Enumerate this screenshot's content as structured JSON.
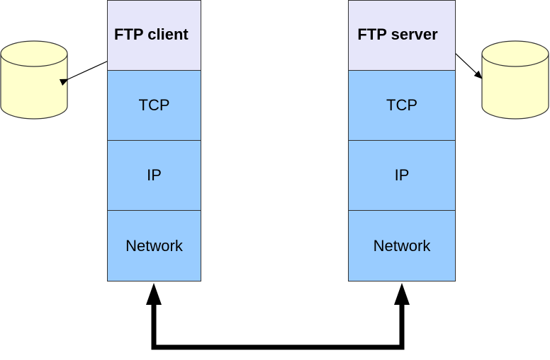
{
  "diagram": {
    "client_stack": {
      "application": "FTP client",
      "transport": "TCP",
      "internet": "IP",
      "link": "Network"
    },
    "server_stack": {
      "application": "FTP server",
      "transport": "TCP",
      "internet": "IP",
      "link": "Network"
    },
    "colors": {
      "application_layer": "#e6e6fa",
      "lower_layers": "#99ccff",
      "storage": "#ffffcc",
      "connection": "#000000"
    }
  }
}
